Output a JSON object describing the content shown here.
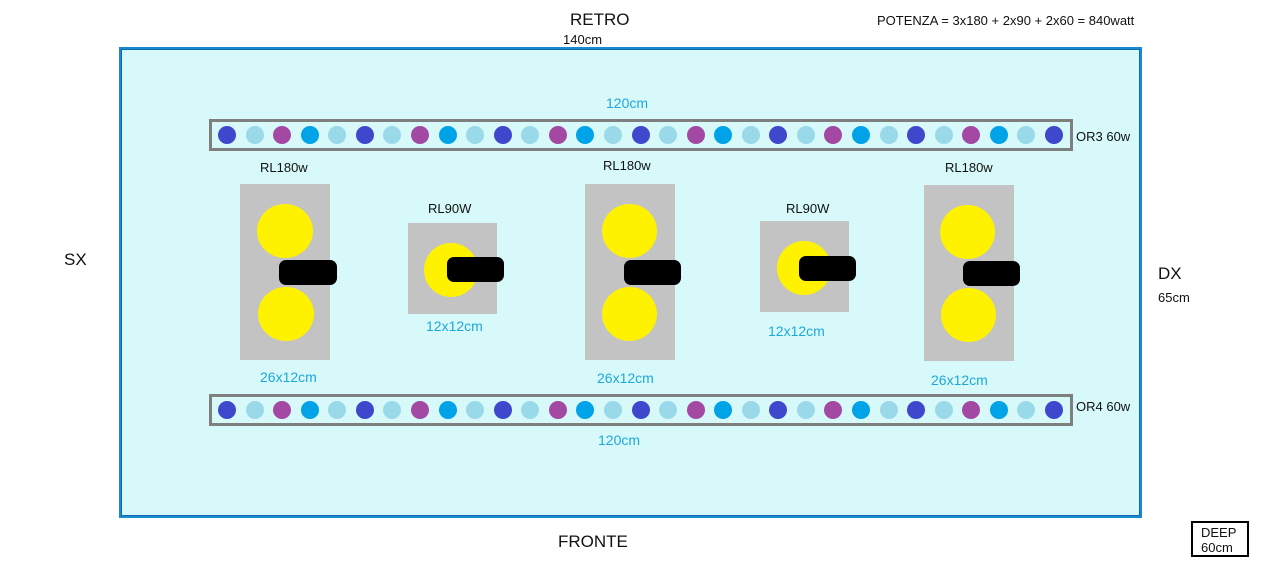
{
  "labels": {
    "back": "RETRO",
    "length": "140cm",
    "front": "FRONTE",
    "left": "SX",
    "right": "DX",
    "width": "65cm",
    "power_formula": "POTENZA = 3x180 + 2x90 + 2x60 = 840watt",
    "depth_title": "DEEP",
    "depth_value": "60cm"
  },
  "colors": {
    "tank_fill": "#d7f9fa",
    "tank_border": "#1a8ad4",
    "fixture": "#c3c3c3",
    "lamp": "#fff200",
    "led_palette": [
      "#3f48cc",
      "#99d9ea",
      "#a349a4",
      "#00a2e8",
      "#99d9ea"
    ]
  },
  "strips": [
    {
      "name": "OR3 60w",
      "length": "120cm",
      "led_count": 31
    },
    {
      "name": "OR4 60w",
      "length": "120cm",
      "led_count": 31
    }
  ],
  "fixtures": [
    {
      "name": "RL180w",
      "size": "26x12cm",
      "lamps": 2
    },
    {
      "name": "RL90W",
      "size": "12x12cm",
      "lamps": 1
    },
    {
      "name": "RL180w",
      "size": "26x12cm",
      "lamps": 2
    },
    {
      "name": "RL90W",
      "size": "12x12cm",
      "lamps": 1
    },
    {
      "name": "RL180w",
      "size": "26x12cm",
      "lamps": 2
    }
  ]
}
